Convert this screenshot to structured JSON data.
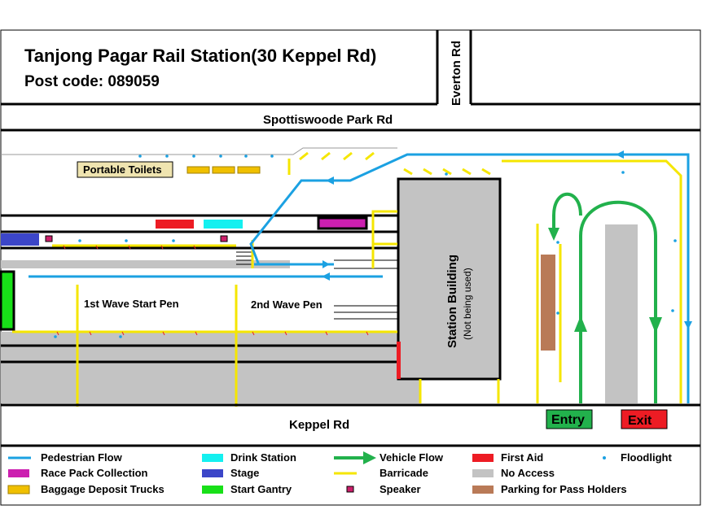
{
  "title": "Tanjong Pagar Rail Station(30 Keppel Rd)",
  "postcode": "Post code: 089059",
  "roads": {
    "everton": "Everton Rd",
    "spottiswoode": "Spottiswoode Park Rd",
    "keppel": "Keppel Rd"
  },
  "areas": {
    "portable_toilets": "Portable Toilets",
    "first_wave": "1st Wave Start Pen",
    "second_wave": "2nd Wave Pen",
    "station_building": "Station Building",
    "station_note": "(Not being used)",
    "entry": "Entry",
    "exit": "Exit"
  },
  "legend": [
    {
      "label": "Pedestrian Flow",
      "symbol": "line",
      "color": "#1ba1e2"
    },
    {
      "label": "Race Pack Collection",
      "symbol": "box",
      "color": "#cc1fb0"
    },
    {
      "label": "Baggage Deposit Trucks",
      "symbol": "box",
      "color": "#f0c000"
    },
    {
      "label": "Drink Station",
      "symbol": "box",
      "color": "#14f0f0"
    },
    {
      "label": "Stage",
      "symbol": "box",
      "color": "#3c46c8"
    },
    {
      "label": "Start Gantry",
      "symbol": "box",
      "color": "#18e018"
    },
    {
      "label": "Vehicle Flow",
      "symbol": "arrow",
      "color": "#22b14c"
    },
    {
      "label": "Barricade",
      "symbol": "line",
      "color": "#f5e600"
    },
    {
      "label": "Speaker",
      "symbol": "dot",
      "color": "#cc1f6b"
    },
    {
      "label": "First Aid",
      "symbol": "box",
      "color": "#ed1c24"
    },
    {
      "label": "No Access",
      "symbol": "box",
      "color": "#c3c3c3"
    },
    {
      "label": "Parking for Pass Holders",
      "symbol": "box",
      "color": "#b97a57"
    },
    {
      "label": "Floodlight",
      "symbol": "star",
      "color": "#1ba1e2"
    }
  ],
  "colors": {
    "pedestrian": "#1ba1e2",
    "barricade": "#f5e600",
    "vehicle": "#22b14c",
    "no_access": "#c3c3c3",
    "first_aid": "#ed1c24",
    "parking": "#b97a57"
  }
}
